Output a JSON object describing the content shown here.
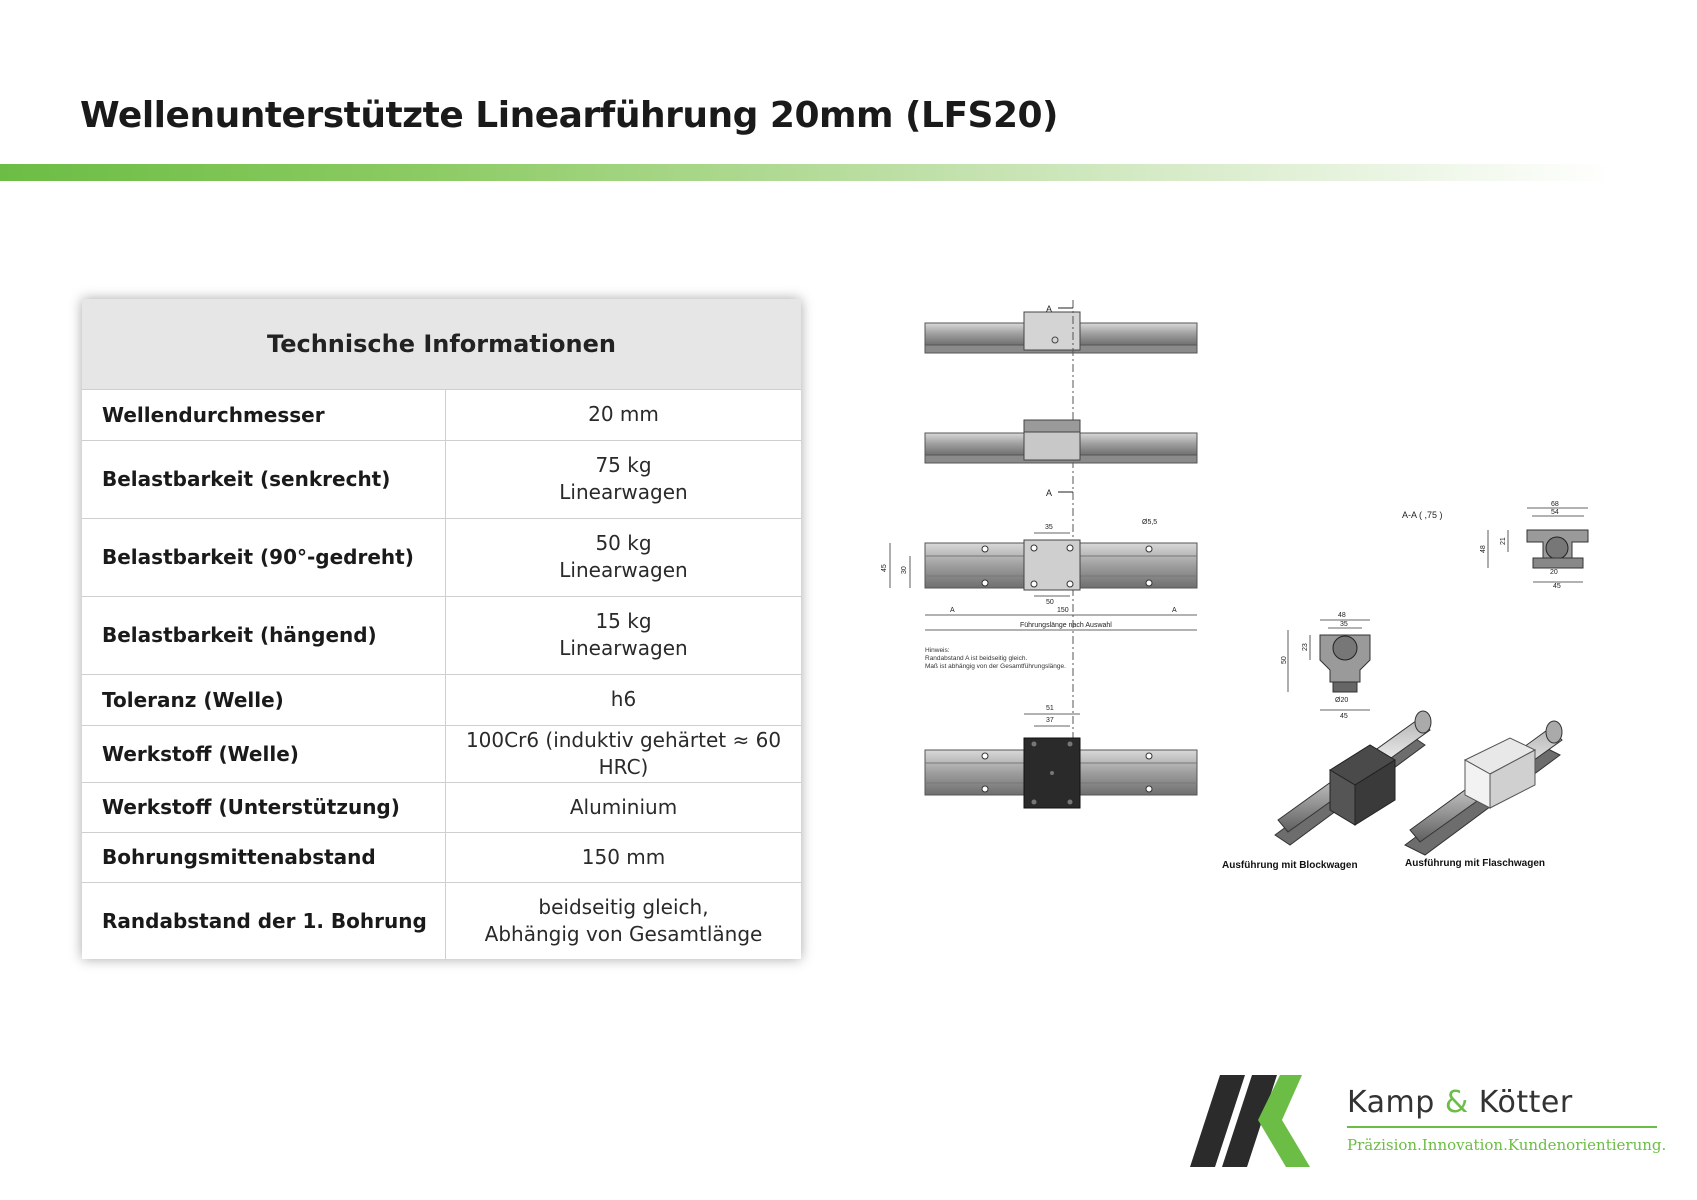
{
  "header": {
    "title": "Wellenunterstützte Linearführung 20mm (LFS20)"
  },
  "specs": {
    "heading": "Technische Informationen",
    "rows": [
      {
        "label": "Wellendurchmesser",
        "value": "20 mm",
        "value2": ""
      },
      {
        "label": "Belastbarkeit (senkrecht)",
        "value": "75 kg",
        "value2": "Linearwagen"
      },
      {
        "label": "Belastbarkeit (90°-gedreht)",
        "value": "50 kg",
        "value2": "Linearwagen"
      },
      {
        "label": "Belastbarkeit (hängend)",
        "value": "15 kg",
        "value2": "Linearwagen"
      },
      {
        "label": "Toleranz (Welle)",
        "value": "h6",
        "value2": ""
      },
      {
        "label": "Werkstoff (Welle)",
        "value": "100Cr6 (induktiv gehärtet ≈ 60 HRC)",
        "value2": ""
      },
      {
        "label": "Werkstoff (Unterstützung)",
        "value": "Aluminium",
        "value2": ""
      },
      {
        "label": "Bohrungsmittenabstand",
        "value": "150 mm",
        "value2": ""
      },
      {
        "label": "Randabstand der 1. Bohrung",
        "value": "beidseitig gleich,",
        "value2": "Abhängig von Gesamtlänge"
      }
    ]
  },
  "drawing": {
    "section_label": "A",
    "section_view_label": "A-A ( ,75 )",
    "dims": {
      "d35": "35",
      "d5_5": "Ø5,5",
      "d45": "45",
      "d30": "30",
      "d50": "50",
      "d150": "150",
      "dA": "A",
      "length": "Führungslänge nach Auswahl",
      "d51": "51",
      "d37": "37",
      "d48": "48",
      "d35b": "35",
      "d23": "23",
      "d50b": "50",
      "d020": "Ø20",
      "d45b": "45",
      "d68": "68",
      "d54": "54",
      "d21": "21",
      "d48b": "48",
      "d20": "20",
      "d45c": "45"
    },
    "note_title": "Hinweis:",
    "note_line1": "Randabstand A ist beidseitig gleich.",
    "note_line2": "Maß ist abhängig von der Gesamtführungslänge.",
    "caption_block": "Ausführung mit Blockwagen",
    "caption_flange": "Ausführung mit Flaschwagen"
  },
  "brand": {
    "name_part1": "Kamp",
    "name_amp": "&",
    "name_part2": "Kötter",
    "tagline": "Präzision.Innovation.Kundenorientierung.",
    "accent": "#6cbd45",
    "dark": "#2b2b2b"
  }
}
